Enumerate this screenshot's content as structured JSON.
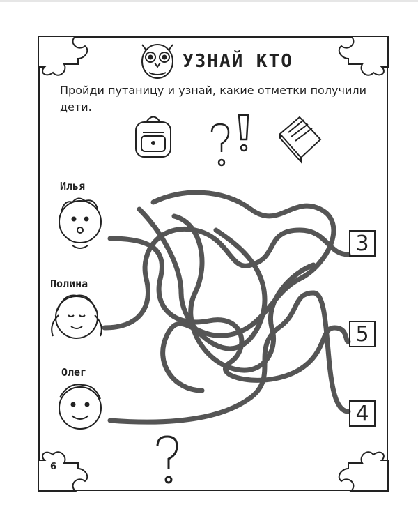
{
  "title": "УЗНАЙ КТО",
  "instruction": "Пройди путаницу и узнай, какие отметки получили дети.",
  "children": [
    {
      "name": "Илья"
    },
    {
      "name": "Полина"
    },
    {
      "name": "Олег"
    }
  ],
  "grades": [
    "3",
    "5",
    "4"
  ],
  "page_number": "6",
  "icons": [
    "owl-icon",
    "backpack-icon",
    "question-exclamation-icon",
    "book-icon",
    "boy-face-icon",
    "girl-face-icon",
    "question-mark-icon",
    "puzzle-corner-icon"
  ],
  "colors": {
    "ink": "#222222",
    "maze": "#555555"
  }
}
